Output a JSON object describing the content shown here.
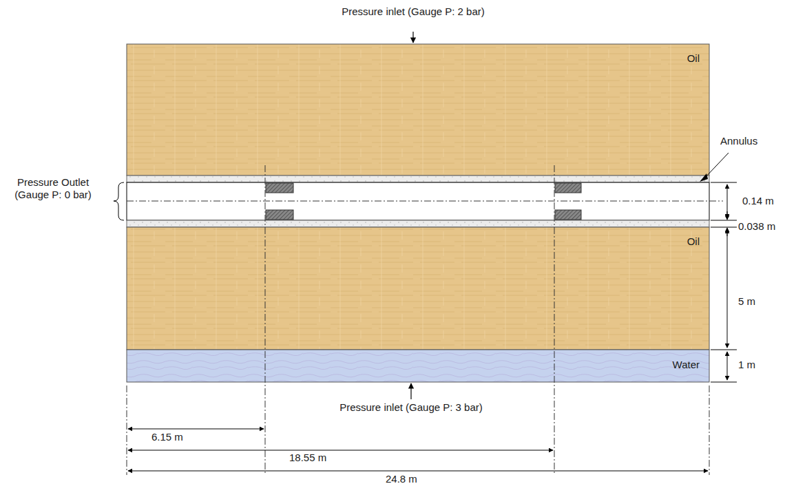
{
  "diagram": {
    "nodes": [
      {
        "text": [
          "Oil"
        ]
      },
      {
        "text": [
          "Oil"
        ]
      },
      {
        "text": [
          "Water"
        ]
      }
    ],
    "labels": [
      "Pressure inlet (Gauge P: 2 bar)",
      "Annulus",
      "Pressure Outlet (Gauge P: 0 bar)",
      "0.14 m",
      "0.038 m",
      "5 m",
      "1 m",
      "Pressure inlet (Gauge P: 3 bar)",
      "6.15 m",
      "18.55 m",
      "24.8 m"
    ]
  }
}
